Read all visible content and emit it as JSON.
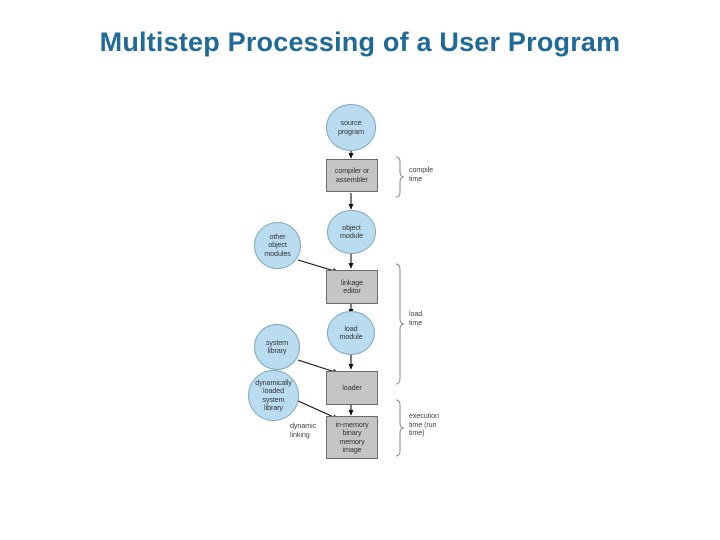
{
  "slide": {
    "title": "Multistep Processing of a User Program",
    "title_color": "#1F6A96",
    "background_color": "#ffffff"
  },
  "figure": {
    "name": "multistep-processing-diagram",
    "circle_fill": "#b9dcf0",
    "circle_stroke": "#7fa8bf",
    "box_fill": "#c5c5c5",
    "box_stroke": "#6b6b6b",
    "arrow_color": "#111111",
    "brace_color": "#8a8a8a",
    "nodes": [
      {
        "id": "source-program",
        "shape": "circle",
        "label": "source\nprogram"
      },
      {
        "id": "compiler-assembler",
        "shape": "box",
        "label": "compiler or\nassembler"
      },
      {
        "id": "object-module",
        "shape": "circle",
        "label": "object\nmodule"
      },
      {
        "id": "other-object-modules",
        "shape": "circle",
        "label": "other\nobject\nmodules"
      },
      {
        "id": "linkage-editor",
        "shape": "box",
        "label": "linkage\neditor"
      },
      {
        "id": "load-module",
        "shape": "circle",
        "label": "load\nmodule"
      },
      {
        "id": "system-library",
        "shape": "circle",
        "label": "system\nlibrary"
      },
      {
        "id": "loader",
        "shape": "box",
        "label": "loader"
      },
      {
        "id": "dynamically-loaded-system-library",
        "shape": "circle",
        "label": "dynamically\nloaded\nsystem\nlibrary"
      },
      {
        "id": "in-memory-binary-memory-image",
        "shape": "box",
        "label": "in-memory\nbinary\nmemory\nimage"
      }
    ],
    "edge_labels": [
      {
        "id": "dynamic-linking",
        "label": "dynamic\nlinking"
      }
    ],
    "phase_labels": [
      {
        "id": "compile-time",
        "label": "compile\ntime"
      },
      {
        "id": "load-time",
        "label": "load\ntime"
      },
      {
        "id": "execution-time",
        "label": "execution\ntime (run\ntime)"
      }
    ]
  }
}
